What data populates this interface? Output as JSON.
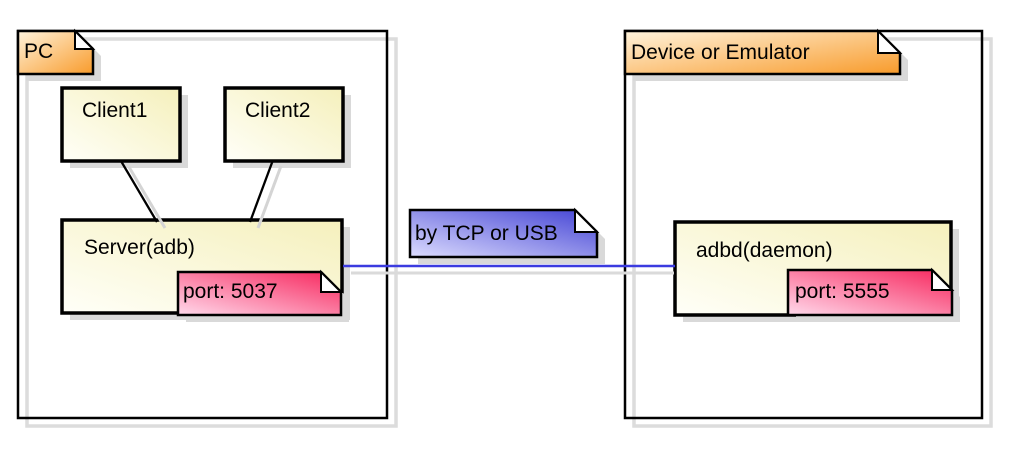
{
  "colors": {
    "background": "#FFFFFF",
    "border": "#000000",
    "shadow": "#D9D9D9",
    "tab_gradient_start": "#FFF3DC",
    "tab_gradient_end": "#F89B2B",
    "node_gradient_start": "#FFFFF8",
    "node_gradient_end": "#F5F0BC",
    "port_note_gradient_start": "#FFD9EB",
    "port_note_gradient_end": "#F7255C",
    "link_note_gradient_start": "#DCDCFE",
    "link_note_gradient_end": "#4343D4",
    "link_line": "#3B3BE0"
  },
  "packages": [
    {
      "label": "PC",
      "nodes": [
        {
          "label": "Client1"
        },
        {
          "label": "Client2"
        },
        {
          "label": "Server(adb)",
          "port_note": "port: 5037"
        }
      ]
    },
    {
      "label": "Device or Emulator",
      "nodes": [
        {
          "label": "adbd(daemon)",
          "port_note": "port: 5555"
        }
      ]
    }
  ],
  "link": {
    "label": "by TCP or USB"
  }
}
